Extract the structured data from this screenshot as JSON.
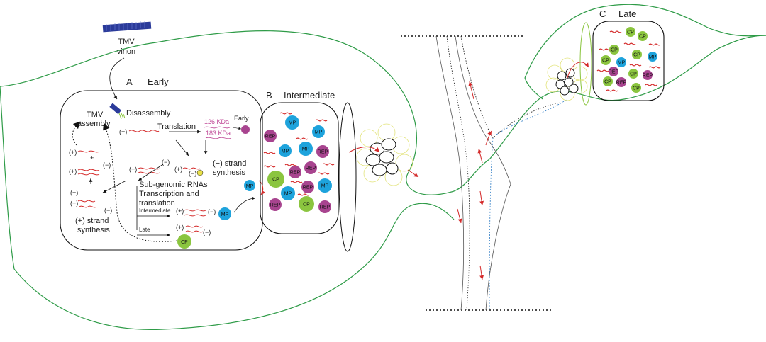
{
  "diagram": {
    "virion_label": [
      "TMV",
      "virion"
    ],
    "stages": {
      "early": {
        "letter": "A",
        "name": "Early"
      },
      "intermediate": {
        "letter": "B",
        "name": "Intermediate"
      },
      "late": {
        "letter": "C",
        "name": "Late"
      }
    },
    "labels": {
      "disassembly": "Disassembly",
      "tmv_assembly": [
        "TMV",
        "assembly"
      ],
      "translation": "Translation",
      "kda126": "126 KDa",
      "kda183": "183 KDa",
      "early_small": "Early",
      "minus_strand_synthesis": [
        "(−) strand",
        "synthesis"
      ],
      "subgenomic": [
        "Sub-genomic RNAs",
        "Transcription and",
        "translation"
      ],
      "intermediate_small": "Intermediate",
      "late_small": "Late",
      "plus_strand_synthesis": [
        "(+) strand",
        "synthesis"
      ],
      "plus": "(+)",
      "minus": "(−)",
      "plus_sign": "+",
      "minus_sign": "−"
    },
    "proteins": {
      "mp": "MP",
      "cp": "CP",
      "rep": "REP"
    },
    "colors": {
      "mp": "#1ea3dc",
      "cp": "#8bc53f",
      "rep": "#a8448f",
      "strand": "#d42a2a",
      "leaf_outline": "#2e9b47",
      "text_pink": "#c04a97"
    }
  }
}
